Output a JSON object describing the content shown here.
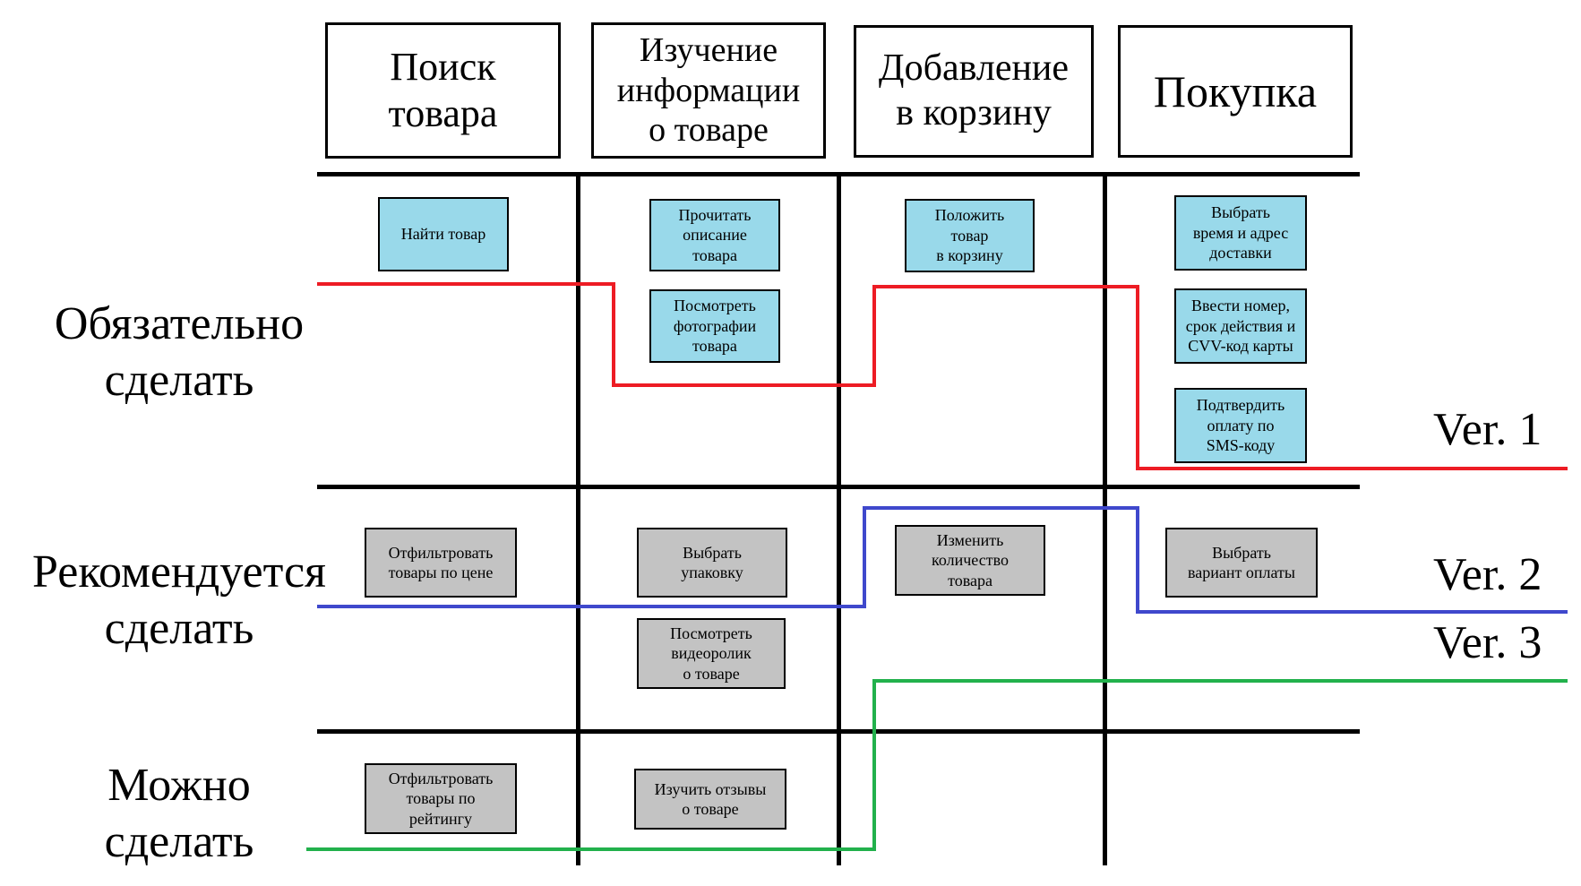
{
  "columns": [
    {
      "label": "Поиск\nтовара"
    },
    {
      "label": "Изучение\nинформации\nо товаре"
    },
    {
      "label": "Добавление\nв корзину"
    },
    {
      "label": "Покупка"
    }
  ],
  "rows": [
    {
      "label": "Обязательно\nсделать"
    },
    {
      "label": "Рекомендуется\nсделать"
    },
    {
      "label": "Можно\nсделать"
    }
  ],
  "cards": {
    "must": [
      {
        "label": "Найти товар"
      },
      {
        "label": "Прочитать\nописание\nтовара"
      },
      {
        "label": "Посмотреть\nфотографии\nтовара"
      },
      {
        "label": "Положить\nтовар\nв корзину"
      },
      {
        "label": "Выбрать\nвремя и адрес\nдоставки"
      },
      {
        "label": "Ввести номер,\nсрок действия и\nCVV-код карты"
      },
      {
        "label": "Подтвердить\nоплату по\nSMS-коду"
      }
    ],
    "recommended": [
      {
        "label": "Отфильтровать\nтовары по цене"
      },
      {
        "label": "Выбрать\nупаковку"
      },
      {
        "label": "Посмотреть\nвидеоролик\nо товаре"
      },
      {
        "label": "Изменить\nколичество\nтовара"
      },
      {
        "label": "Выбрать\nвариант оплаты"
      }
    ],
    "optional": [
      {
        "label": "Отфильтровать\nтовары по\nрейтингу"
      },
      {
        "label": "Изучить отзывы\nо товаре"
      }
    ]
  },
  "versions": [
    {
      "label": "Ver. 1",
      "color": "#ed1c24"
    },
    {
      "label": "Ver. 2",
      "color": "#3f48cc"
    },
    {
      "label": "Ver. 3",
      "color": "#22b14c"
    }
  ],
  "colors": {
    "must_card": "#99d9ea",
    "optional_card": "#c3c3c3"
  }
}
